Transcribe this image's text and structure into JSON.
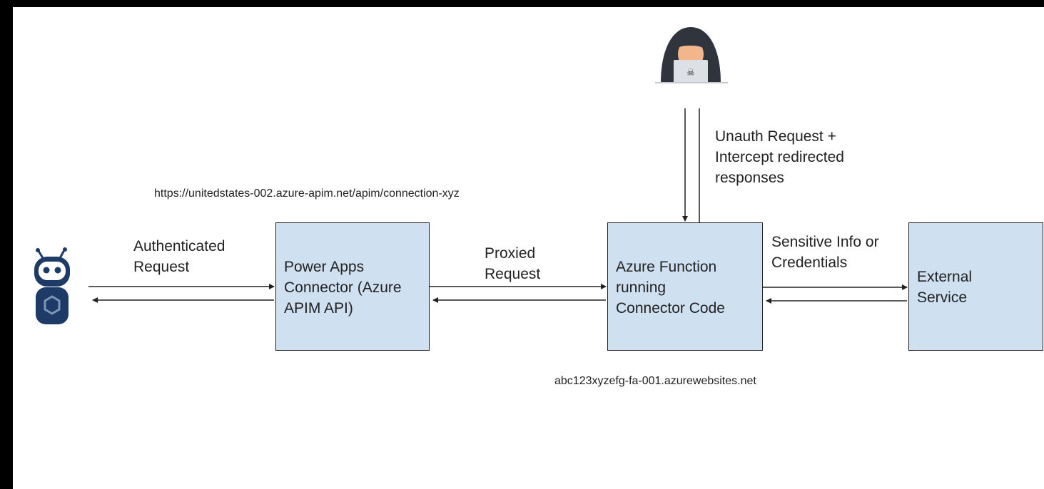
{
  "diagram": {
    "nodes": {
      "power_apps": "Power Apps\nConnector (Azure\nAPIM API)",
      "azure_function": "Azure Function\nrunning\nConnector Code",
      "external_service": "External\nService"
    },
    "edges": {
      "authenticated": "Authenticated\nRequest",
      "proxied": "Proxied\nRequest",
      "sensitive": "Sensitive Info or\nCredentials",
      "unauth": "Unauth Request +\nIntercept redirected\nresponses"
    },
    "urls": {
      "apim": "https://unitedstates-002.azure-apim.net/apim/connection-xyz",
      "function": "abc123xyzefg-fa-001.azurewebsites.net"
    },
    "icons": {
      "client": "robot-bot-icon",
      "attacker": "hooded-hacker-laptop-icon"
    },
    "colors": {
      "box_fill": "#cfe0f1",
      "robot_navy": "#1e3a66"
    }
  }
}
